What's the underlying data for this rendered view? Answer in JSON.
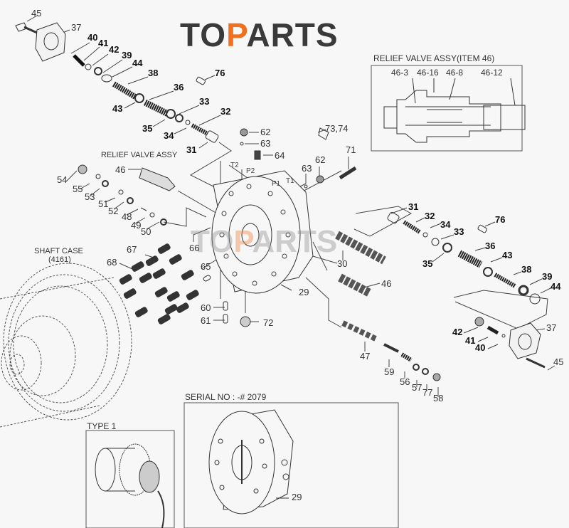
{
  "logo": {
    "prefix": "TO",
    "accent": "P",
    "suffix": "ARTS",
    "accent_color": "#f07020",
    "text_color": "#3a3a3a"
  },
  "insets": {
    "relief_title": "RELIEF VALVE ASSY(ITEM 46)",
    "relief_parts": [
      "46-3",
      "46-16",
      "46-8",
      "46-12"
    ],
    "serial_title": "SERIAL NO : -# 2079",
    "serial_part": "29",
    "type_title": "TYPE 1"
  },
  "notes": {
    "relief_valve": "RELIEF VALVE ASSY",
    "shaft_case": "SHAFT CASE",
    "shaft_case_no": "(4161)",
    "ports": [
      "T2",
      "P2",
      "P1",
      "T1"
    ]
  },
  "callouts": [
    "45",
    "37",
    "40",
    "41",
    "42",
    "39",
    "44",
    "38",
    "36",
    "43",
    "33",
    "35",
    "32",
    "34",
    "31",
    "76",
    "62",
    "63",
    "64",
    "73,74",
    "71",
    "63",
    "62",
    "46",
    "54",
    "55",
    "53",
    "51",
    "52",
    "48",
    "49",
    "50",
    "31",
    "32",
    "34",
    "33",
    "76",
    "36",
    "30",
    "35",
    "43",
    "38",
    "39",
    "44",
    "46",
    "42",
    "37",
    "41",
    "40",
    "45",
    "47",
    "59",
    "56",
    "57",
    "77",
    "58",
    "66",
    "67",
    "68",
    "65",
    "29",
    "60",
    "61",
    "72"
  ]
}
